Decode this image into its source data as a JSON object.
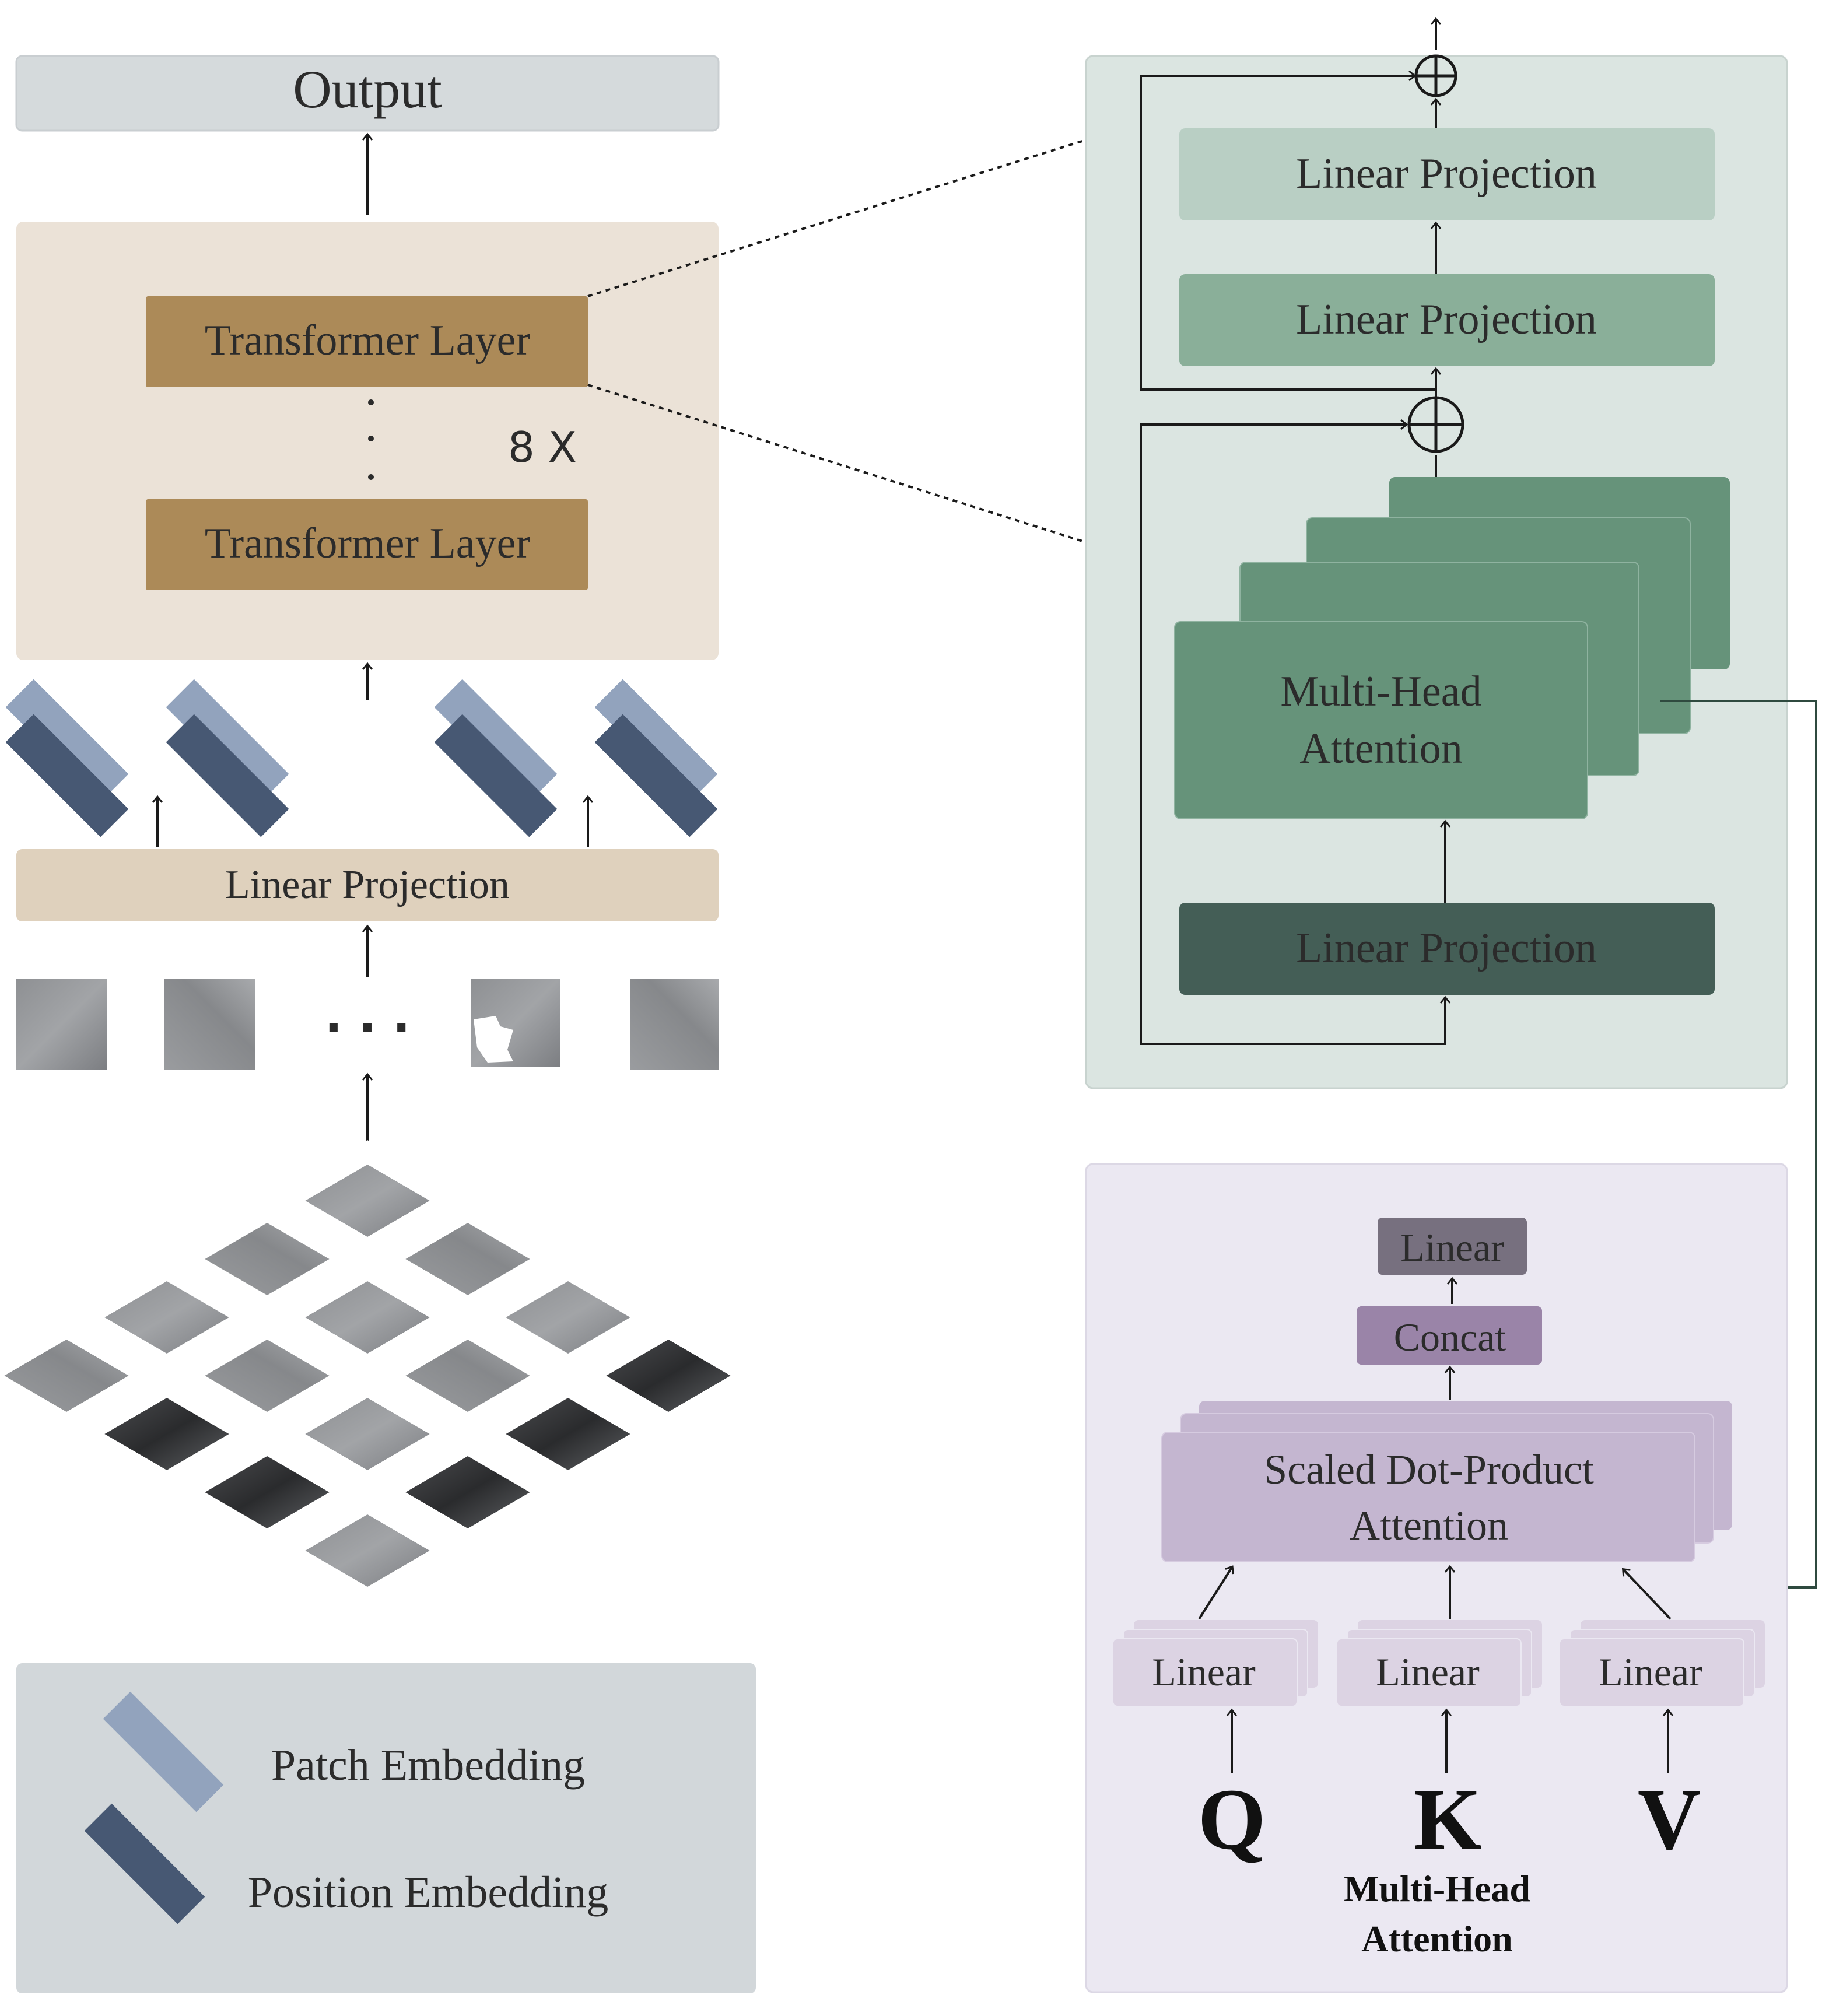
{
  "left": {
    "output_label": "Output",
    "transformer_layer_top": "Transformer Layer",
    "transformer_layer_bottom": "Transformer Layer",
    "repeat_label": "8 X",
    "linear_projection": "Linear Projection",
    "ellipsis": ". . ."
  },
  "legend": {
    "patch_embedding": "Patch Embedding",
    "position_embedding": "Position Embedding"
  },
  "transformer_detail": {
    "linear_projection_top": "Linear Projection",
    "linear_projection_mid": "Linear Projection",
    "multi_head_line1": "Multi-Head",
    "multi_head_line2": "Attention",
    "linear_projection_bottom": "Linear Projection"
  },
  "mha_detail": {
    "linear_out": "Linear",
    "concat": "Concat",
    "sdpa_line1": "Scaled Dot-Product",
    "sdpa_line2": "Attention",
    "linear_q": "Linear",
    "linear_k": "Linear",
    "linear_v": "Linear",
    "q": "Q",
    "k": "K",
    "v": "V",
    "caption_line1": "Multi-Head",
    "caption_line2": "Attention"
  },
  "colors": {
    "output_bg": "#d5dadc",
    "transformer_panel": "#ebe2d7",
    "transformer_layer": "#ac8a58",
    "linear_proj_left": "#dfd1bd",
    "patch_embedding": "#92a3bd",
    "position_embedding": "#475873",
    "legend_bg": "#d2d7da",
    "detail_panel": "#dbe5e1",
    "lp_top": "#b9cfc4",
    "lp_mid": "#8aaf99",
    "mha": "#66937a",
    "lp_bottom": "#445e56",
    "mha_panel": "#ebe8f2",
    "linear_out": "#77707f",
    "concat": "#9a84a8",
    "sdpa": "#c4b6d0",
    "linear_small": "#dcd3e3"
  }
}
